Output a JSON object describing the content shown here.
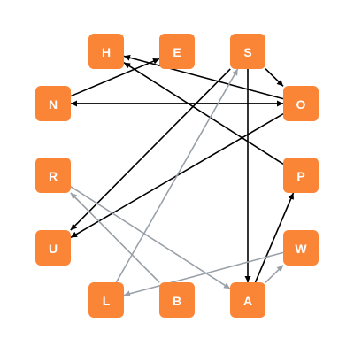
{
  "colors": {
    "node_fill": "#FB8537",
    "node_text": "#FFFFFF",
    "edge_dark": "#000000",
    "edge_gray": "#9AA0A8",
    "background": "#FFFFFF"
  },
  "nodes": [
    {
      "id": "H",
      "label": "H"
    },
    {
      "id": "E",
      "label": "E"
    },
    {
      "id": "S",
      "label": "S"
    },
    {
      "id": "N",
      "label": "N"
    },
    {
      "id": "O",
      "label": "O"
    },
    {
      "id": "R",
      "label": "R"
    },
    {
      "id": "P",
      "label": "P"
    },
    {
      "id": "U",
      "label": "U"
    },
    {
      "id": "W",
      "label": "W"
    },
    {
      "id": "L",
      "label": "L"
    },
    {
      "id": "B",
      "label": "B"
    },
    {
      "id": "A",
      "label": "A"
    }
  ],
  "edges": [
    {
      "from": "S",
      "to": "O",
      "color": "dark"
    },
    {
      "from": "S",
      "to": "U",
      "color": "dark"
    },
    {
      "from": "S",
      "to": "A",
      "color": "dark"
    },
    {
      "from": "O",
      "to": "H",
      "color": "dark"
    },
    {
      "from": "O",
      "to": "N",
      "color": "dark"
    },
    {
      "from": "O",
      "to": "U",
      "color": "dark"
    },
    {
      "from": "N",
      "to": "E",
      "color": "dark"
    },
    {
      "from": "N",
      "to": "O",
      "color": "dark"
    },
    {
      "from": "P",
      "to": "H",
      "color": "dark"
    },
    {
      "from": "A",
      "to": "P",
      "color": "dark"
    },
    {
      "from": "B",
      "to": "R",
      "color": "gray"
    },
    {
      "from": "R",
      "to": "A",
      "color": "gray"
    },
    {
      "from": "L",
      "to": "S",
      "color": "gray"
    },
    {
      "from": "A",
      "to": "W",
      "color": "gray"
    },
    {
      "from": "W",
      "to": "L",
      "color": "gray"
    }
  ]
}
